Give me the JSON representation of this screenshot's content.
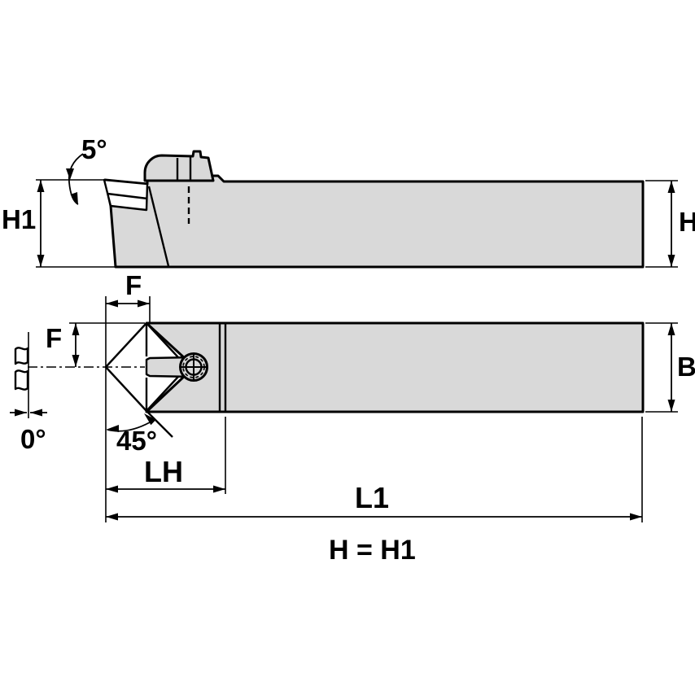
{
  "drawing": {
    "side_view": {
      "height_left_label": "H1",
      "height_right_label": "H",
      "rake_angle_label": "5°"
    },
    "plan_view": {
      "offset_top_label": "F",
      "offset_left_label": "F",
      "shank_width_label": "B",
      "lead_angle_label": "0°",
      "corner_angle_label": "45°",
      "head_length_label": "LH",
      "overall_length_label": "L1"
    },
    "note": "H = H1",
    "colors": {
      "body_fill": "#d9d9d9",
      "line_color": "#000000",
      "background": "#ffffff"
    }
  }
}
